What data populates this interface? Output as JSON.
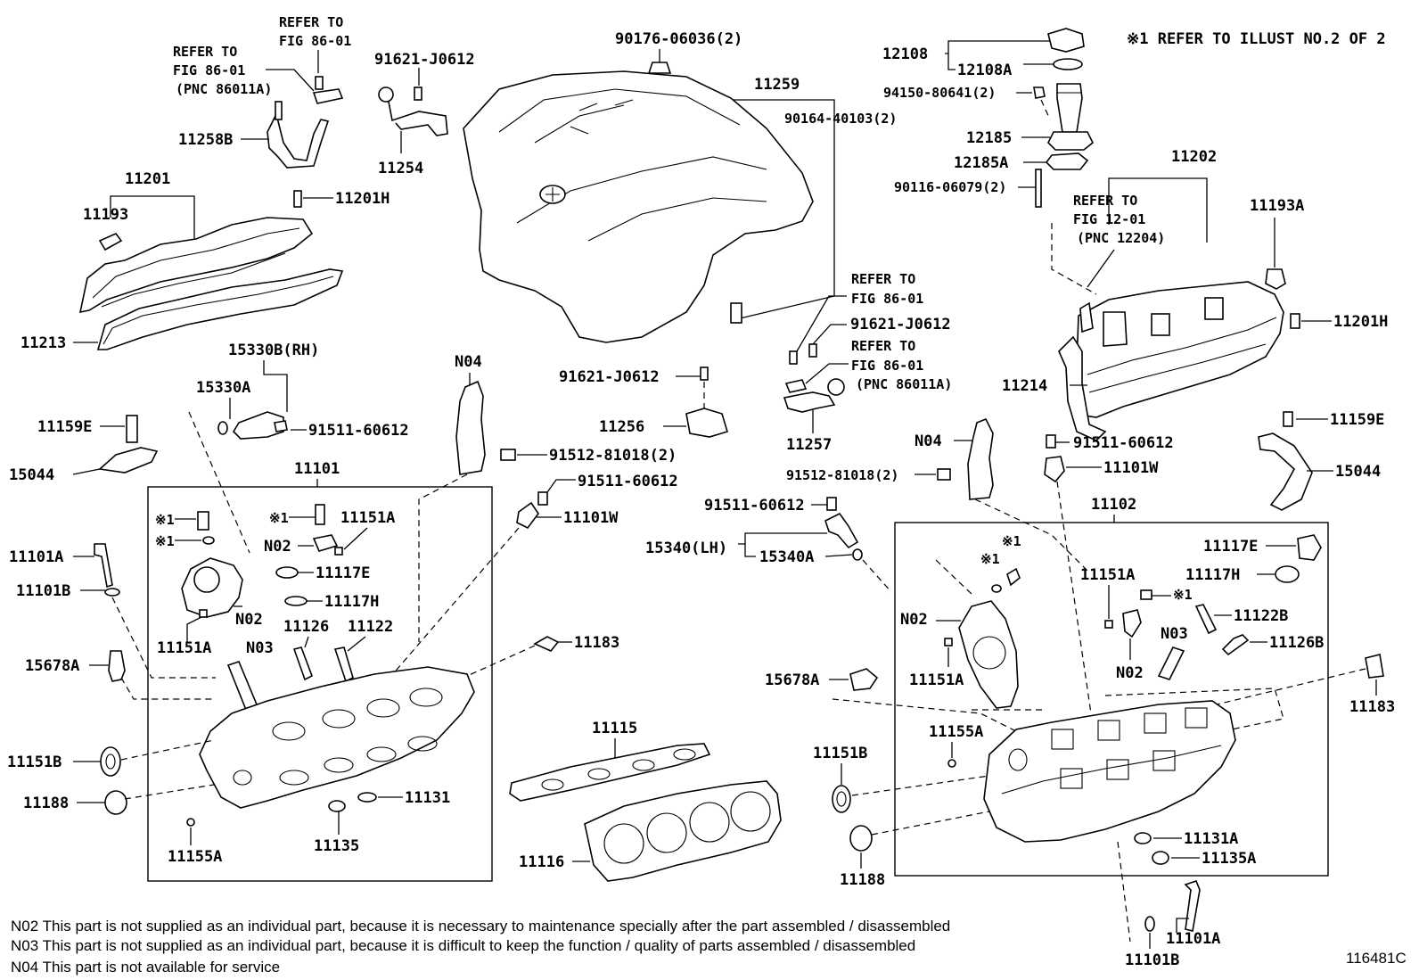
{
  "header_note": "※1 REFER TO ILLUST NO.2 OF 2",
  "diagram_code": "116481C",
  "refs": {
    "refer_to": "REFER TO",
    "fig_86_01": "FIG 86-01",
    "pnc_86011a": "(PNC 86011A)",
    "fig_12_01": "FIG 12-01",
    "pnc_12204": "(PNC 12204)"
  },
  "labels": {
    "p11258B": "11258B",
    "p91621_J0612": "91621-J0612",
    "p11254": "11254",
    "p11201": "11201",
    "p11193": "11193",
    "p11201H": "11201H",
    "p11213": "11213",
    "p90176": "90176-06036(2)",
    "p11259": "11259",
    "p90164": "90164-40103(2)",
    "p12108": "12108",
    "p12108A": "12108A",
    "p94150": "94150-80641(2)",
    "p12185": "12185",
    "p12185A": "12185A",
    "p90116": "90116-06079(2)",
    "p11202": "11202",
    "p11193A": "11193A",
    "p15330B": "15330B(RH)",
    "p15330A": "15330A",
    "p11159E": "11159E",
    "p91511": "91511-60612",
    "p15044": "15044",
    "pN04": "N04",
    "p91512": "91512-81018(2)",
    "p11101": "11101",
    "p11101W": "11101W",
    "pX1": "※1",
    "p11151A": "11151A",
    "pN02": "N02",
    "p11101A": "11101A",
    "p11117E": "11117E",
    "p11101B": "11101B",
    "p11117H": "11117H",
    "p11126": "11126",
    "p11122": "11122",
    "pN03": "N03",
    "p15678A": "15678A",
    "p11183": "11183",
    "p11151B": "11151B",
    "p11188": "11188",
    "p11131": "11131",
    "p11135": "11135",
    "p11155A": "11155A",
    "p11115": "11115",
    "p11116": "11116",
    "p11256": "11256",
    "p11257": "11257",
    "p11214": "11214",
    "p15340LH": "15340(LH)",
    "p15340A": "15340A",
    "p11102": "11102",
    "p11122B": "11122B",
    "p11126B": "11126B",
    "p11131A": "11131A",
    "p11135A": "11135A"
  },
  "notes": [
    "N02  This part is not supplied as an individual part, because it is necessary to maintenance specially after the part assembled / disassembled",
    "N03  This part is not supplied as an individual part, because it is difficult to keep the function / quality of parts  assembled / disassembled",
    "N04  This part is not available for service"
  ]
}
